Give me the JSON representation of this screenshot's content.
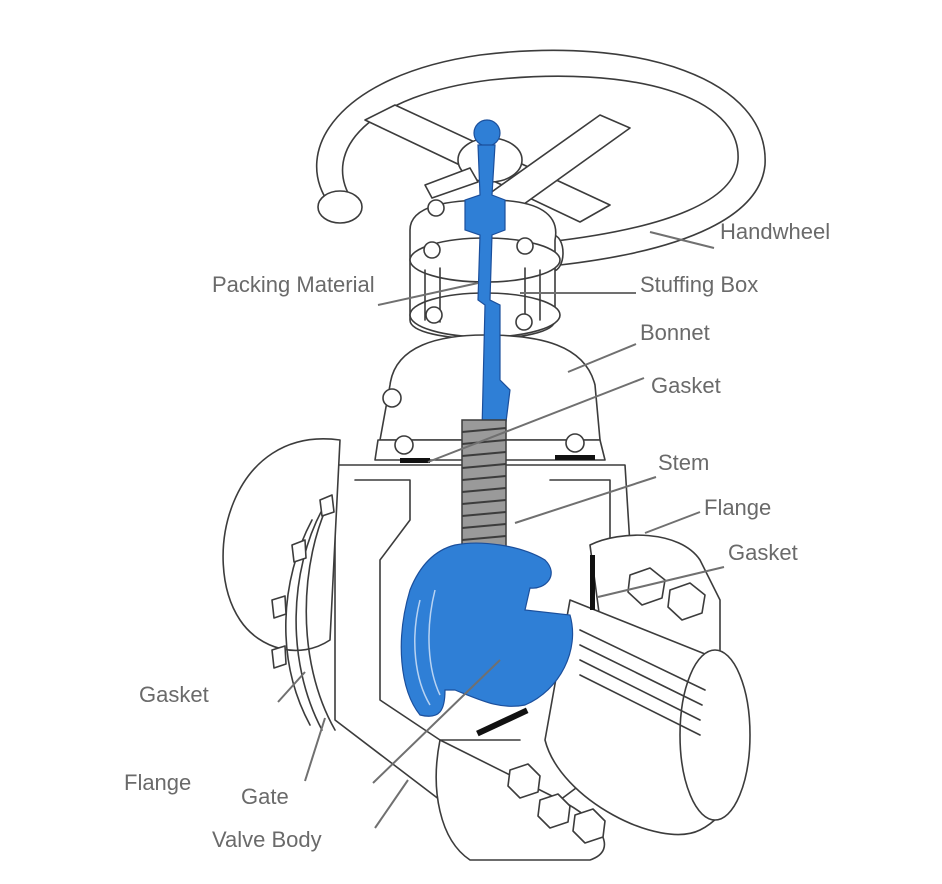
{
  "diagram": {
    "title": "Gate Valve Components",
    "colors": {
      "highlight_blue": "#2f7fd6",
      "line": "#3c3c3c",
      "label_text": "#6a6a6a",
      "leader_line": "#707070"
    },
    "labels": [
      {
        "id": "handwheel",
        "text": "Handwheel"
      },
      {
        "id": "packing-material",
        "text": "Packing Material"
      },
      {
        "id": "stuffing-box",
        "text": "Stuffing Box"
      },
      {
        "id": "bonnet",
        "text": "Bonnet"
      },
      {
        "id": "gasket-bonnet",
        "text": "Gasket"
      },
      {
        "id": "stem",
        "text": "Stem"
      },
      {
        "id": "flange-right",
        "text": "Flange"
      },
      {
        "id": "gasket-right",
        "text": "Gasket"
      },
      {
        "id": "gasket-left",
        "text": "Gasket"
      },
      {
        "id": "flange-left",
        "text": "Flange"
      },
      {
        "id": "gate",
        "text": "Gate"
      },
      {
        "id": "valve-body",
        "text": "Valve Body"
      }
    ]
  }
}
